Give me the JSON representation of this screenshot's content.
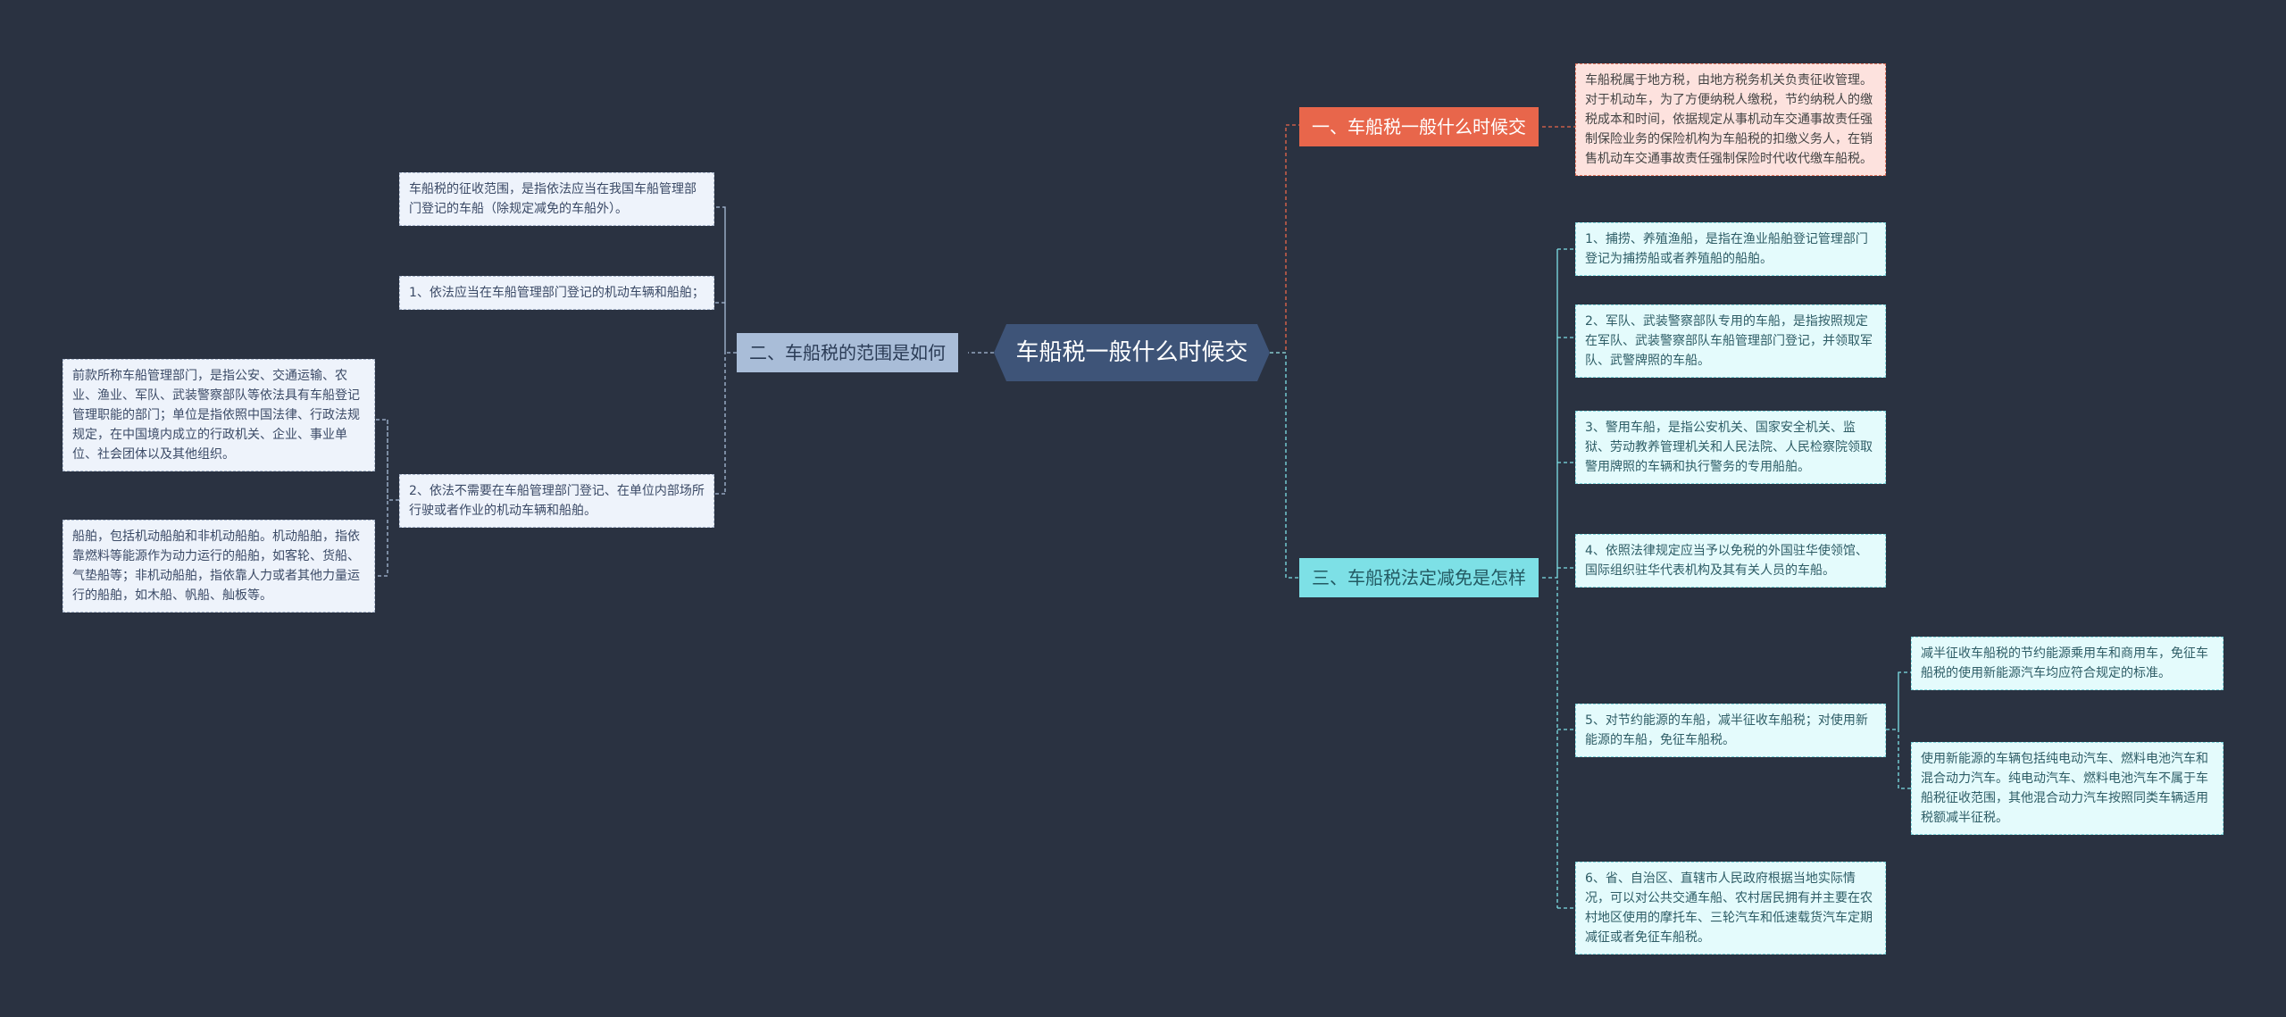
{
  "center": {
    "title": "车船税一般什么时候交"
  },
  "branches": [
    {
      "label": "一、车船税一般什么时候交",
      "children": [
        "车船税属于地方税，由地方税务机关负责征收管理。对于机动车，为了方便纳税人缴税，节约纳税人的缴税成本和时间，依据规定从事机动车交通事故责任强制保险业务的保险机构为车船税的扣缴义务人，在销售机动车交通事故责任强制保险时代收代缴车船税。"
      ]
    },
    {
      "label": "二、车船税的范围是如何",
      "children": [
        "车船税的征收范围，是指依法应当在我国车船管理部门登记的车船（除规定减免的车船外）。",
        "1、依法应当在车船管理部门登记的机动车辆和船舶；",
        "2、依法不需要在车船管理部门登记、在单位内部场所行驶或者作业的机动车辆和船舶。"
      ],
      "sub": [
        "前款所称车船管理部门，是指公安、交通运输、农业、渔业、军队、武装警察部队等依法具有车船登记管理职能的部门；单位是指依照中国法律、行政法规规定，在中国境内成立的行政机关、企业、事业单位、社会团体以及其他组织。",
        "船舶，包括机动船舶和非机动船舶。机动船舶，指依靠燃料等能源作为动力运行的船舶，如客轮、货船、气垫船等；非机动船舶，指依靠人力或者其他力量运行的船舶，如木船、帆船、舢板等。"
      ]
    },
    {
      "label": "三、车船税法定减免是怎样",
      "children": [
        "1、捕捞、养殖渔船，是指在渔业船舶登记管理部门登记为捕捞船或者养殖船的船舶。",
        "2、军队、武装警察部队专用的车船，是指按照规定在军队、武装警察部队车船管理部门登记，并领取军队、武警牌照的车船。",
        "3、警用车船，是指公安机关、国家安全机关、监狱、劳动教养管理机关和人民法院、人民检察院领取警用牌照的车辆和执行警务的专用船舶。",
        "4、依照法律规定应当予以免税的外国驻华使领馆、国际组织驻华代表机构及其有关人员的车船。",
        "5、对节约能源的车船，减半征收车船税；对使用新能源的车船，免征车船税。",
        "6、省、自治区、直辖市人民政府根据当地实际情况，可以对公共交通车船、农村居民拥有并主要在农村地区使用的摩托车、三轮汽车和低速载货汽车定期减征或者免征车船税。"
      ],
      "sub": [
        "减半征收车船税的节约能源乘用车和商用车，免征车船税的使用新能源汽车均应符合规定的标准。",
        "使用新能源的车辆包括纯电动汽车、燃料电池汽车和混合动力汽车。纯电动汽车、燃料电池汽车不属于车船税征收范围，其他混合动力汽车按照同类车辆适用税额减半征税。"
      ]
    }
  ],
  "colors": {
    "background": "#2a3241",
    "red": "#e8664b",
    "blue": "#a9bdd8",
    "teal": "#7de0e6",
    "center": "#3e5478"
  }
}
